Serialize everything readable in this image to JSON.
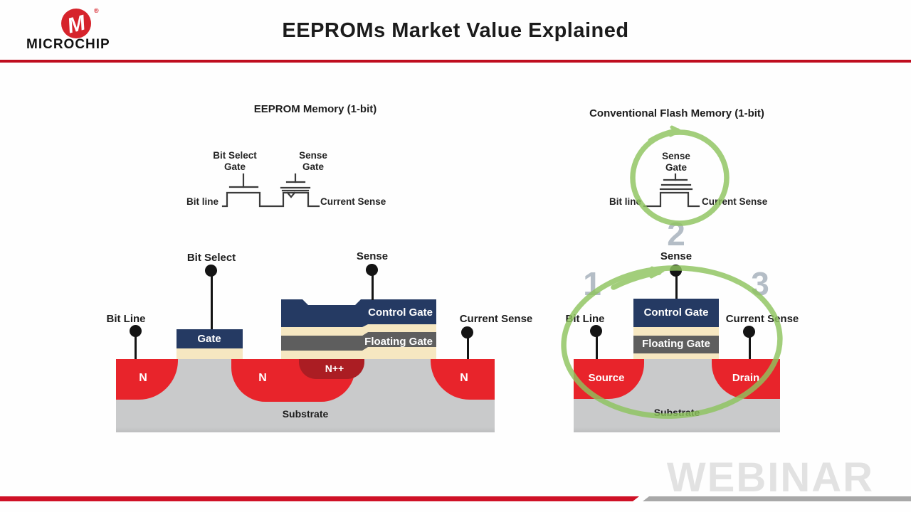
{
  "header": {
    "brand": "MICROCHIP",
    "registered": "®",
    "title": "EEPROMs Market Value Explained"
  },
  "left": {
    "title": "EEPROM Memory (1-bit)",
    "schematic": {
      "select_gate_label": [
        "Bit Select",
        "Gate"
      ],
      "sense_gate_label": [
        "Sense",
        "Gate"
      ],
      "left_terminal": "Bit line",
      "right_terminal": "Current Sense"
    },
    "cross_section": {
      "pin_bit_select": "Bit Select",
      "pin_sense": "Sense",
      "pin_bit_line": "Bit Line",
      "pin_current_sense": "Current Sense",
      "gate": "Gate",
      "control_gate": "Control Gate",
      "floating_gate": "Floating Gate",
      "n_left": "N",
      "n_mid": "N",
      "n_plus": "N++",
      "n_right": "N",
      "substrate": "Substrate"
    }
  },
  "right": {
    "title": "Conventional Flash Memory (1-bit)",
    "schematic": {
      "sense_gate_label": [
        "Sense",
        "Gate"
      ],
      "left_terminal": "Bit line",
      "right_terminal": "Current Sense"
    },
    "annotation_numbers": [
      "1",
      "2",
      "3"
    ],
    "cross_section": {
      "pin_sense": "Sense",
      "pin_bit_line": "Bit Line",
      "pin_current_sense": "Current Sense",
      "control_gate": "Control Gate",
      "floating_gate": "Floating Gate",
      "source": "Source",
      "drain": "Drain",
      "substrate": "Substrate"
    }
  },
  "footer": {
    "watermark": "WEBINAR"
  },
  "colors": {
    "brand_red": "#d6242c",
    "rule_red": "#bf0d1f",
    "bottom_bar_red": "#cf1126",
    "bottom_bar_gray": "#a8a8a8",
    "gate_navy": "#253a63",
    "oxide_cream": "#f6e7c1",
    "floating_gate_gray": "#5e5e5e",
    "n_region_red": "#e8242b",
    "n_plus_dark_red": "#ab1d23",
    "substrate_gray": "#c9cacb",
    "annotation_green": "#8ec45e",
    "number_gray": "#b4bdc6",
    "watermark_gray": "#e2e2e2"
  }
}
